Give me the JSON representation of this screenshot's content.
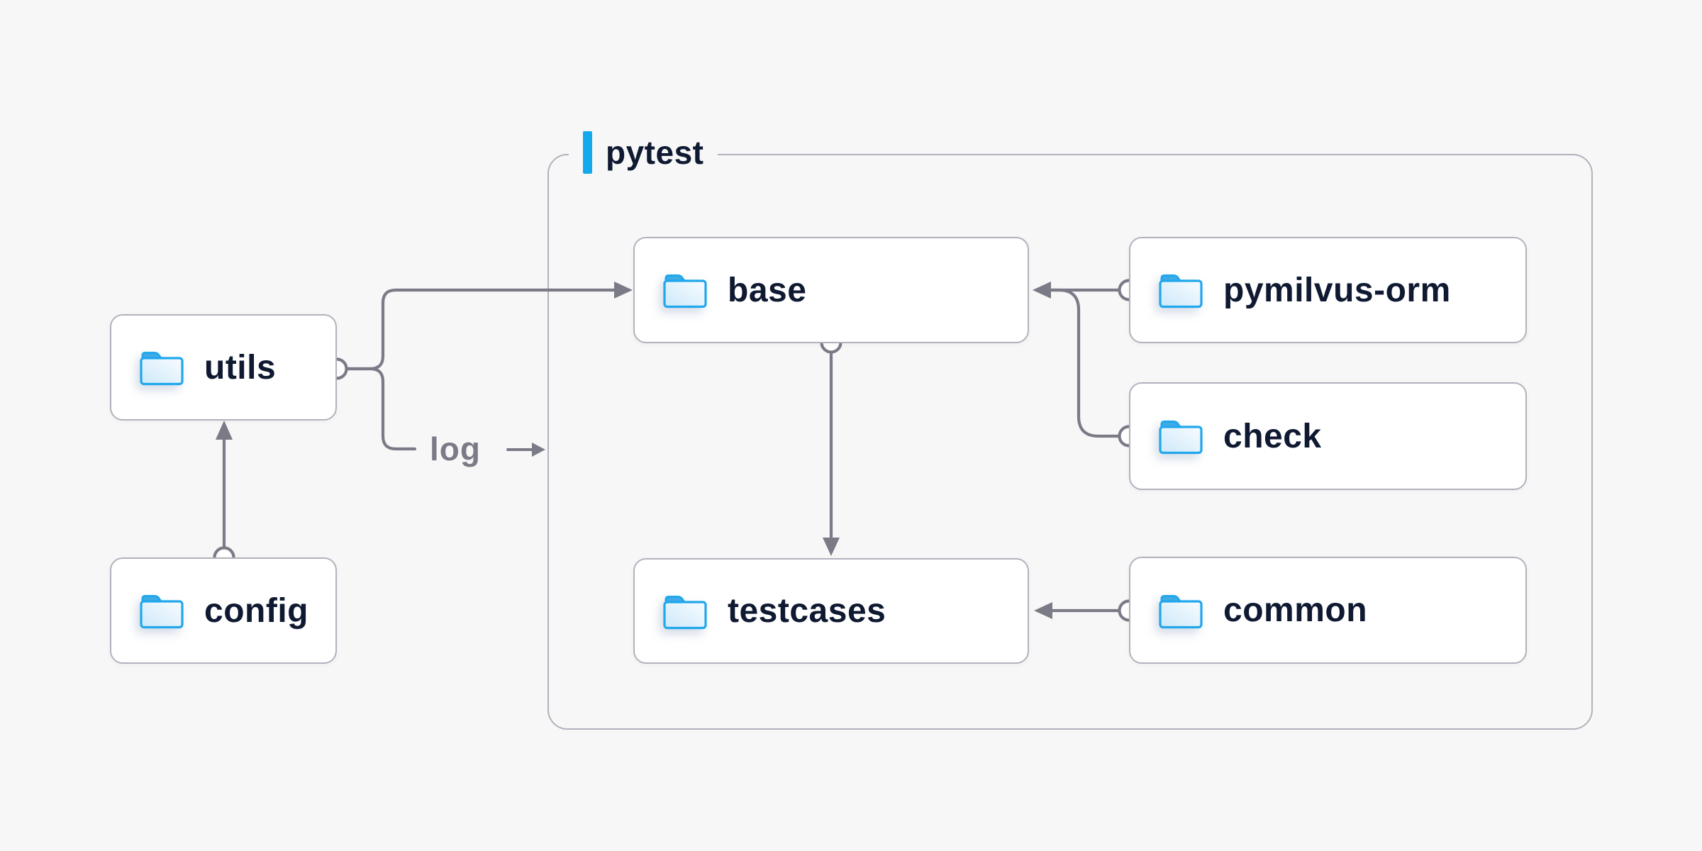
{
  "diagram": {
    "group": {
      "label": "pytest"
    },
    "nodes": {
      "utils": {
        "label": "utils",
        "icon": "folder"
      },
      "config": {
        "label": "config",
        "icon": "folder"
      },
      "base": {
        "label": "base",
        "icon": "folder"
      },
      "pymilvus_orm": {
        "label": "pymilvus-orm",
        "icon": "folder"
      },
      "check": {
        "label": "check",
        "icon": "folder"
      },
      "testcases": {
        "label": "testcases",
        "icon": "folder"
      },
      "common": {
        "label": "common",
        "icon": "folder"
      }
    },
    "edges": [
      {
        "from": "config",
        "to": "utils",
        "label": ""
      },
      {
        "from": "utils",
        "to": "base",
        "label": ""
      },
      {
        "from": "utils",
        "to": "pytest-group",
        "label": "log"
      },
      {
        "from": "pymilvus-orm",
        "to": "base",
        "label": ""
      },
      {
        "from": "check",
        "to": "base",
        "label": ""
      },
      {
        "from": "base",
        "to": "testcases",
        "label": ""
      },
      {
        "from": "common",
        "to": "testcases",
        "label": ""
      }
    ]
  },
  "theme": {
    "bg": "#f7f7f8",
    "node-bg": "#ffffff",
    "node-border": "#b2b2bd",
    "line": "#7b7b87",
    "text": "#0f1931",
    "muted": "#7b7b87",
    "accent": "#14a9ec",
    "folder-stroke": "#21a7ec",
    "folder-tab": "#3fabe6",
    "folder-fill-light": "#f8fcff",
    "folder-fill-dark": "#cde8f9"
  }
}
